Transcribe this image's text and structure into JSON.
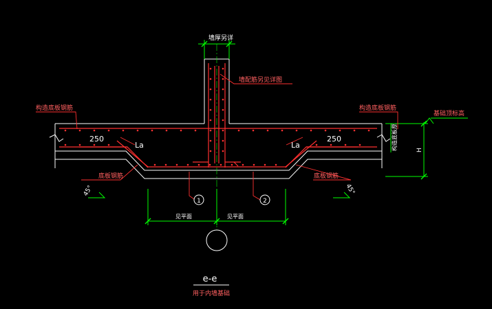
{
  "drawing": {
    "labels": {
      "wall_width": "墙厚另详",
      "wall_rebar": "墙配筋另见详图",
      "dist_rebar_left": "构造底板钢筋",
      "dist_rebar_right": "构造底板钢筋",
      "foundation_top_elev": "基础顶标高",
      "slab_thickness": "构造底板厚",
      "height": "H",
      "lap_left": "250",
      "lap_right": "250",
      "la_left": "La",
      "la_right": "La",
      "bottom_rebar_left": "底板钢筋",
      "bottom_rebar_right": "底板钢筋",
      "angle_left": "45°",
      "angle_right": "45°",
      "dim_left": "见平面",
      "dim_right": "见平面",
      "bar_mark_1": "1",
      "bar_mark_2": "2"
    },
    "title": {
      "section": "e-e",
      "subtitle": "用于内墙基础"
    },
    "colors": {
      "background": "#000000",
      "concrete": "#ffffff",
      "rebar": "#ff3030",
      "dimension": "#00ff00",
      "leader": "#ff3030",
      "text": "#ffffff",
      "annotation": "#ff6060",
      "cyan": "#00ffff"
    }
  }
}
